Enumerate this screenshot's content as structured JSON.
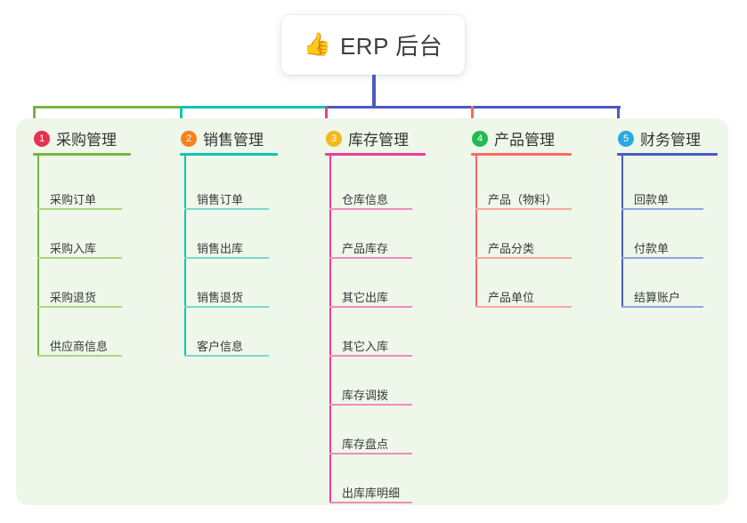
{
  "root": {
    "icon": "thumbs-up-emoji",
    "emoji": "👍",
    "title": "ERP 后台"
  },
  "palette": {
    "panel_background": "#eef7e9",
    "page_background": "#ffffff",
    "root_trunk": "#4a5bc0",
    "text": "#333333"
  },
  "columns": [
    {
      "number": "1",
      "title": "采购管理",
      "badge_color": "#e8304f",
      "line_color": "#7cb342",
      "item_rule_color": "#aed581",
      "items": [
        "采购订单",
        "采购入库",
        "采购退货",
        "供应商信息"
      ]
    },
    {
      "number": "2",
      "title": "销售管理",
      "badge_color": "#f5821f",
      "line_color": "#10c4b2",
      "item_rule_color": "#7bd7cf",
      "items": [
        "销售订单",
        "销售出库",
        "销售退货",
        "客户信息"
      ]
    },
    {
      "number": "3",
      "title": "库存管理",
      "badge_color": "#f5b81c",
      "line_color": "#ea3f95",
      "item_rule_color": "#f08cc0",
      "items": [
        "仓库信息",
        "产品库存",
        "其它出库",
        "其它入库",
        "库存调拨",
        "库存盘点",
        "出库库明细"
      ]
    },
    {
      "number": "4",
      "title": "产品管理",
      "badge_color": "#22bb55",
      "line_color": "#fb6a62",
      "item_rule_color": "#f9a6a0",
      "items": [
        "产品（物料）",
        "产品分类",
        "产品单位"
      ]
    },
    {
      "number": "5",
      "title": "财务管理",
      "badge_color": "#29a9e0",
      "line_color": "#4a5bc0",
      "item_rule_color": "#94a3dd",
      "items": [
        "回款单",
        "付款单",
        "结算账户"
      ]
    }
  ]
}
